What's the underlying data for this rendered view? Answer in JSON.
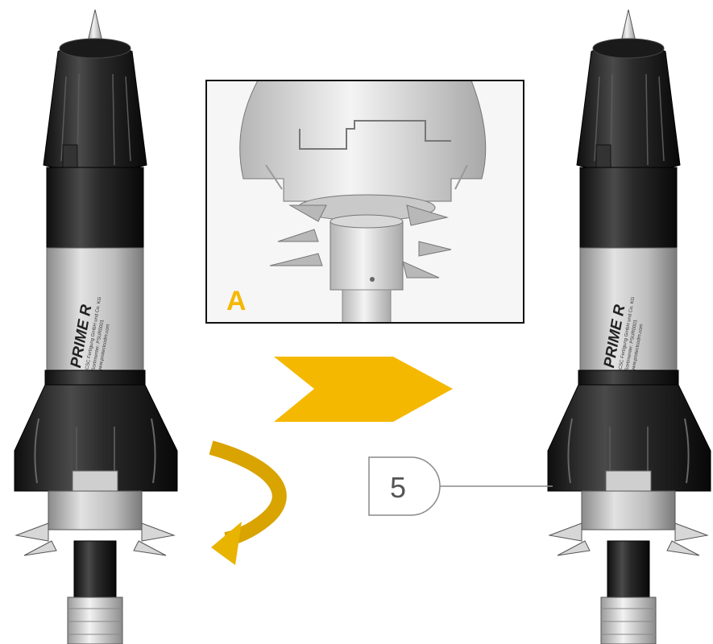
{
  "inset": {
    "label": "A"
  },
  "callout": {
    "number": "5"
  },
  "device": {
    "brand": "PRIME R",
    "text_lines": [
      "CSC Fertigung GmbH und Co. KG",
      "Sortimenter: PSUR0001",
      "www.protectcodm.com"
    ]
  },
  "colors": {
    "accent": "#F5B800",
    "rotate_arrow": "#D9A300",
    "frame": "#111111",
    "callout_stroke": "#8a8a8a"
  },
  "icons": [
    "direction-chevron-arrow",
    "rotate-arrow-icon"
  ]
}
